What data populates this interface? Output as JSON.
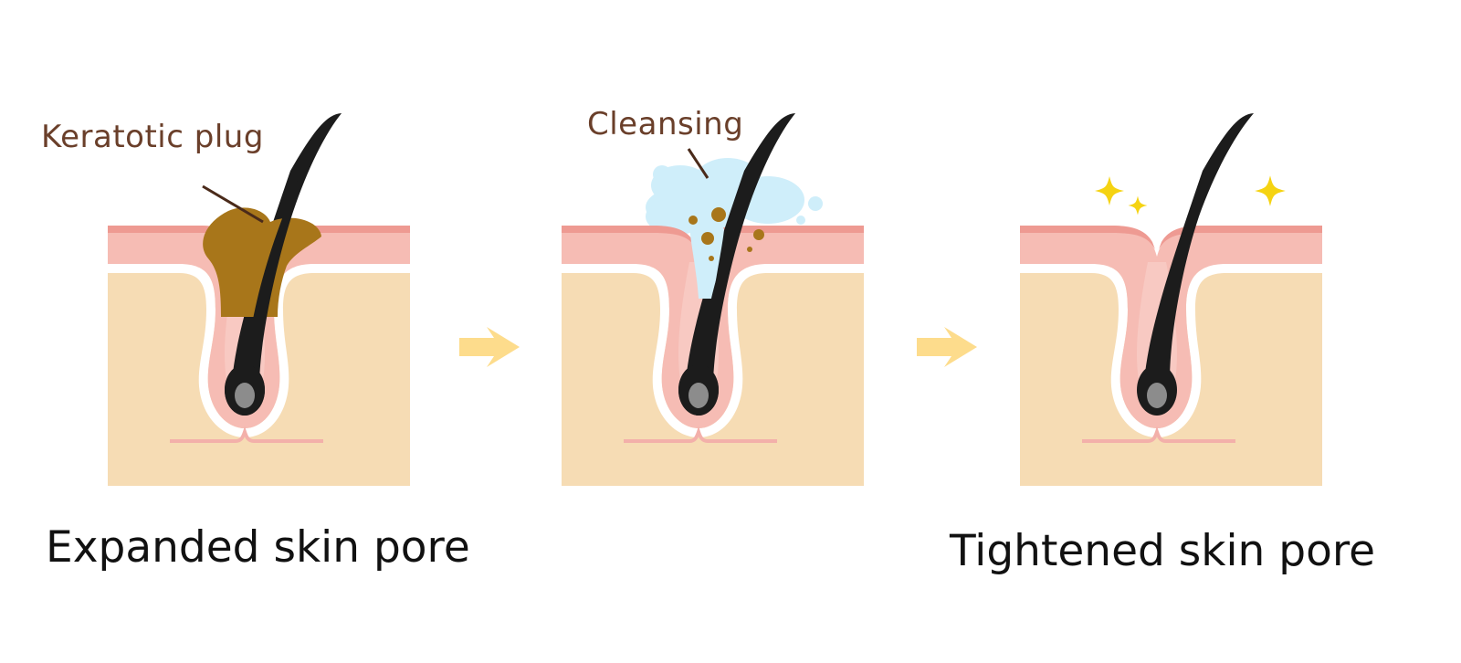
{
  "labels": {
    "keratotic_plug": "Keratotic plug",
    "cleansing": "Cleansing"
  },
  "captions": {
    "expanded": "Expanded skin pore",
    "tightened": "Tightened skin pore"
  },
  "colors": {
    "epidermis": "#f6bcb4",
    "epidermis_top": "#ee9a92",
    "dermis": "#f6dcb4",
    "follicle_wall": "#f3b8b1",
    "hair": "#1c1c1c",
    "hair_bulb_center": "#8c8c8c",
    "keratotic_plug": "#a8761a",
    "foam": "#cfeefa",
    "dirt_particle": "#a8761a",
    "arrow": "#fddc8c",
    "sparkle": "#f5d312",
    "label_text": "#6a3f2a",
    "caption_text": "#111111"
  },
  "icons": {
    "arrow": "arrow-right-icon",
    "sparkle": "sparkle-icon"
  }
}
